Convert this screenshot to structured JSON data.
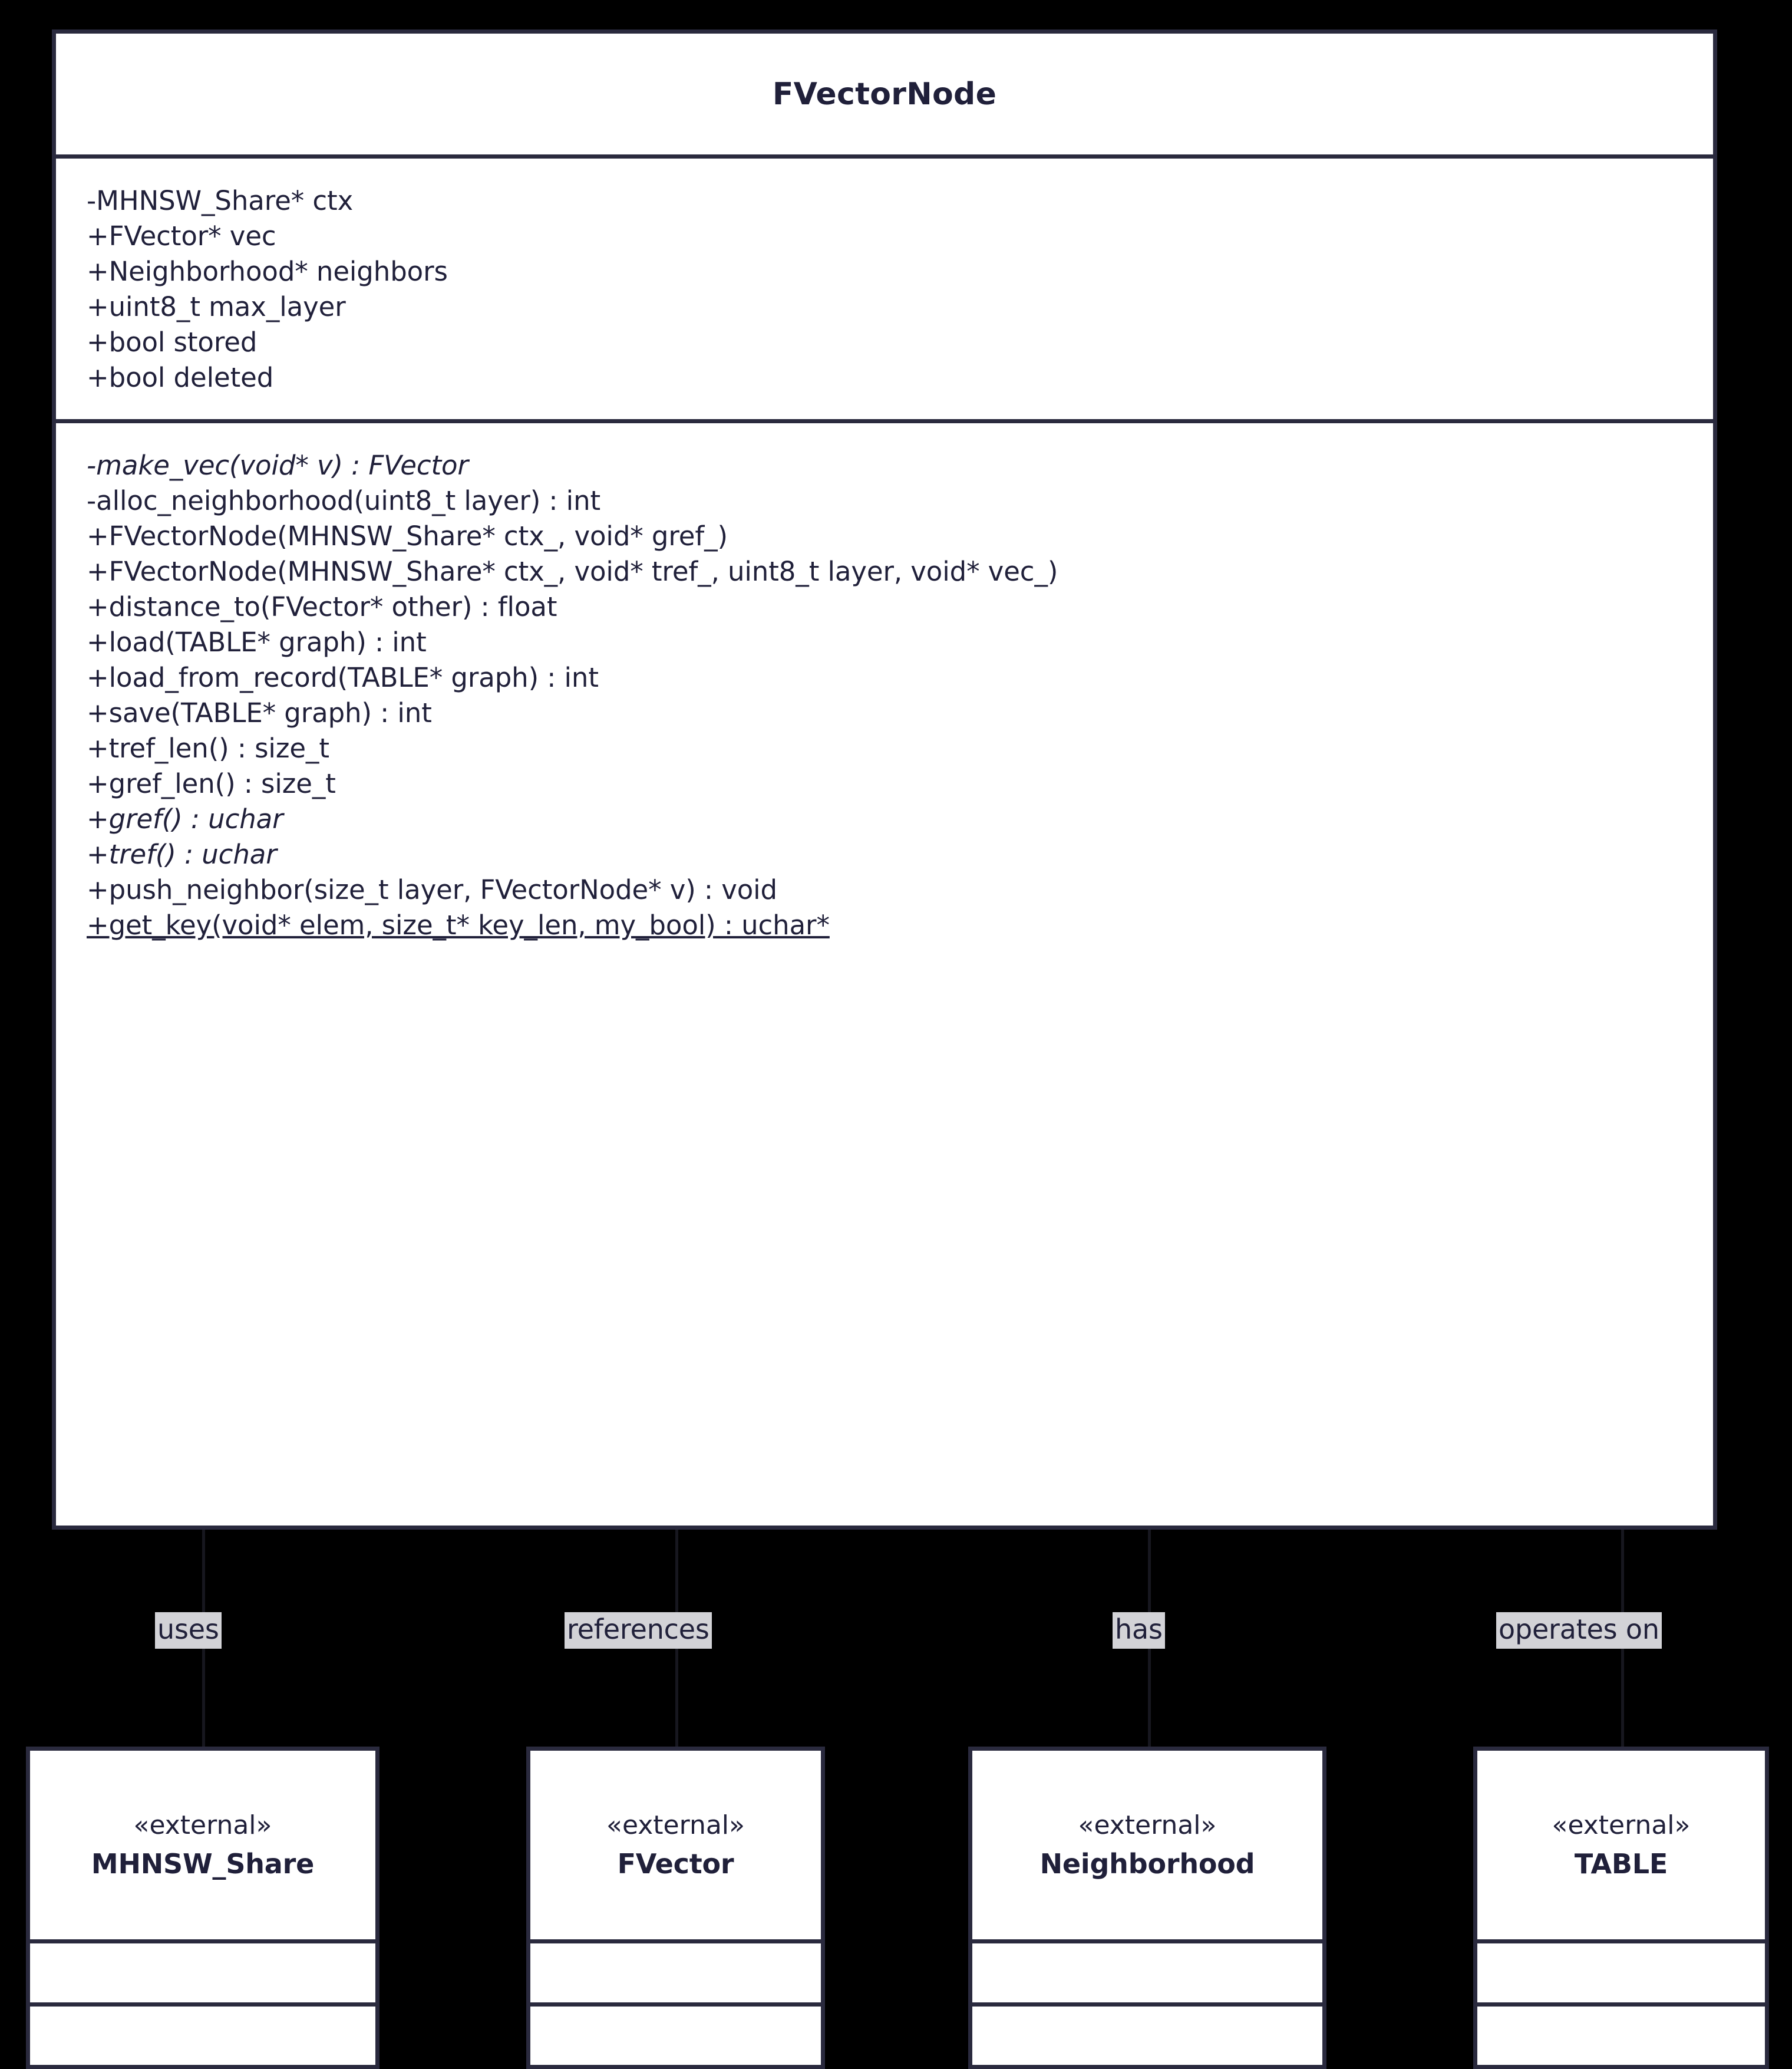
{
  "diagram": {
    "type": "uml-class-diagram",
    "background_color": "#000000",
    "border_color": "#2a2a3e",
    "text_color": "#20203a",
    "label_background": "#d3d3d7"
  },
  "main_class": {
    "name": "FVectorNode",
    "attributes": [
      "-MHNSW_Share* ctx",
      "+FVector* vec",
      "+Neighborhood* neighbors",
      "+uint8_t max_layer",
      "+bool stored",
      "+bool deleted"
    ],
    "methods": [
      {
        "text": "-make_vec(void* v) : FVector",
        "italic": true,
        "static": false
      },
      {
        "text": "-alloc_neighborhood(uint8_t layer) : int",
        "italic": false,
        "static": false
      },
      {
        "text": "+FVectorNode(MHNSW_Share* ctx_, void* gref_)",
        "italic": false,
        "static": false
      },
      {
        "text": "+FVectorNode(MHNSW_Share* ctx_, void* tref_, uint8_t layer, void* vec_)",
        "italic": false,
        "static": false
      },
      {
        "text": "+distance_to(FVector* other) : float",
        "italic": false,
        "static": false
      },
      {
        "text": "+load(TABLE* graph) : int",
        "italic": false,
        "static": false
      },
      {
        "text": "+load_from_record(TABLE* graph) : int",
        "italic": false,
        "static": false
      },
      {
        "text": "+save(TABLE* graph) : int",
        "italic": false,
        "static": false
      },
      {
        "text": "+tref_len() : size_t",
        "italic": false,
        "static": false
      },
      {
        "text": "+gref_len() : size_t",
        "italic": false,
        "static": false
      },
      {
        "text": "+gref() : uchar",
        "italic": true,
        "static": false
      },
      {
        "text": "+tref() : uchar",
        "italic": true,
        "static": false
      },
      {
        "text": "+push_neighbor(size_t layer, FVectorNode* v) : void",
        "italic": false,
        "static": false
      },
      {
        "text": "+get_key(void* elem, size_t* key_len, my_bool) : uchar*",
        "italic": false,
        "static": true
      }
    ]
  },
  "relationships": [
    {
      "label": "uses",
      "target": "MHNSW_Share"
    },
    {
      "label": "references",
      "target": "FVector"
    },
    {
      "label": "has",
      "target": "Neighborhood"
    },
    {
      "label": "operates on",
      "target": "TABLE"
    }
  ],
  "external_classes": [
    {
      "stereotype": "«external»",
      "name": "MHNSW_Share"
    },
    {
      "stereotype": "«external»",
      "name": "FVector"
    },
    {
      "stereotype": "«external»",
      "name": "Neighborhood"
    },
    {
      "stereotype": "«external»",
      "name": "TABLE"
    }
  ]
}
